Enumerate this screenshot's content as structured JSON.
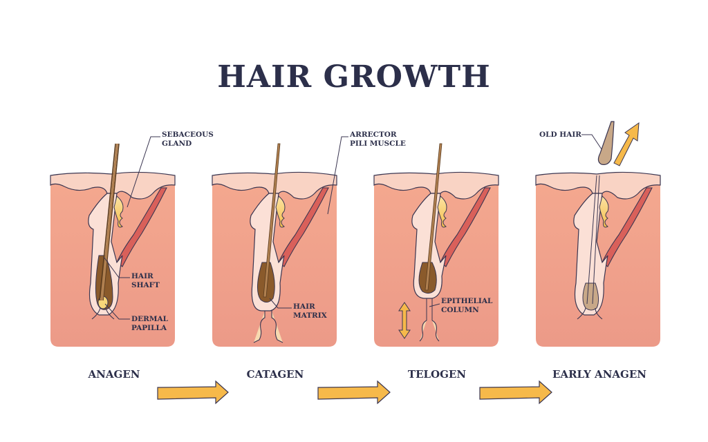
{
  "title": "HAIR GROWTH",
  "colors": {
    "title": "#2c2f4a",
    "dermis": "#ef9c88",
    "epidermis": "#f9d5c8",
    "follicle": "#fbe0d6",
    "hair_bulb": "#8a5a2b",
    "sebaceous": "#f7c85a",
    "muscle": "#d9605a",
    "arrow": "#f6b94a",
    "outline": "#3a3550"
  },
  "panels": [
    {
      "stage": "ANAGEN",
      "labels": {
        "sebaceous_gland": "SEBACEOUS\nGLAND",
        "hair_shaft": "HAIR\nSHAFT",
        "dermal_papilla": "DERMAL\nPAPILLA"
      }
    },
    {
      "stage": "CATAGEN",
      "labels": {
        "arrector_pili": "ARRECTOR\nPILI MUSCLE",
        "hair_matrix": "HAIR\nMATRIX"
      }
    },
    {
      "stage": "TELOGEN",
      "labels": {
        "epithelial_column": "EPITHELIAL\nCOLUMN"
      }
    },
    {
      "stage": "EARLY ANAGEN",
      "labels": {
        "old_hair": "OLD HAIR"
      }
    }
  ],
  "label_lines": {
    "sebaceous_1": "SEBACEOUS",
    "sebaceous_2": "GLAND",
    "hair_shaft_1": "HAIR",
    "hair_shaft_2": "SHAFT",
    "dermal_1": "DERMAL",
    "dermal_2": "PAPILLA",
    "arrector_1": "ARRECTOR",
    "arrector_2": "PILI MUSCLE",
    "matrix_1": "HAIR",
    "matrix_2": "MATRIX",
    "epithelial_1": "EPITHELIAL",
    "epithelial_2": "COLUMN",
    "old_hair": "OLD HAIR"
  },
  "stages": [
    "ANAGEN",
    "CATAGEN",
    "TELOGEN",
    "EARLY ANAGEN"
  ],
  "flow_arrows": [
    "anagen-to-catagen",
    "catagen-to-telogen",
    "telogen-to-early-anagen"
  ]
}
